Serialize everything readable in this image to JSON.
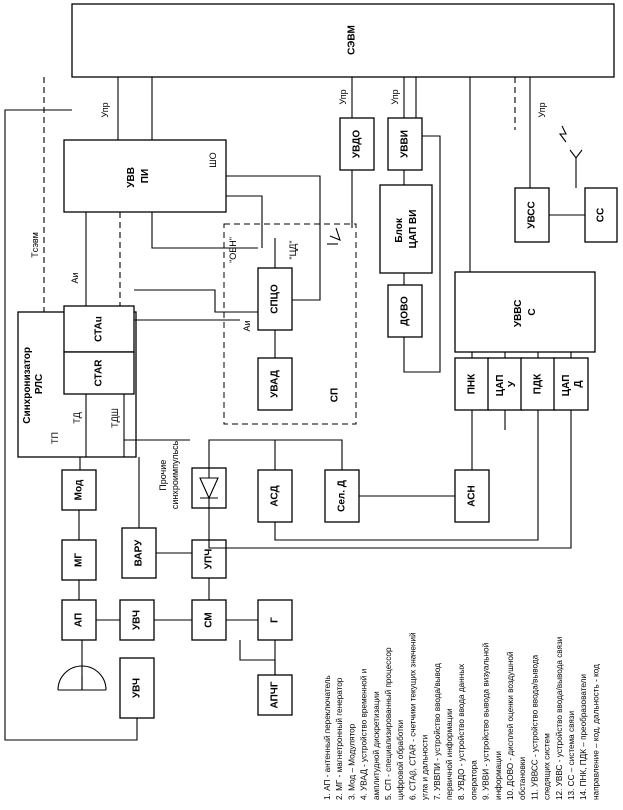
{
  "blocks": {
    "cevm": "СЭВМ",
    "uvvpi": [
      "УВВ",
      "ПИ"
    ],
    "uvdo": "УВДО",
    "uvvi": "УВВИ",
    "blok_cap_vi": [
      "Блок",
      "ЦАП ВИ"
    ],
    "dovo": "ДОВО",
    "uvss": "УВСС",
    "ss": "СС",
    "uvvs": [
      "УВВС",
      "С"
    ],
    "sync": [
      "Синхронизатор",
      "РЛС"
    ],
    "cta_u": "СТАu",
    "cta_r": "СТАR",
    "spco": "СПЦО",
    "uvad": "УВАД",
    "sp": "СП",
    "pnk": "ПНК",
    "cap_u": [
      "ЦАП",
      "У"
    ],
    "pdk": "ПДК",
    "cap_d": [
      "ЦАП",
      "Д"
    ],
    "mod": "Мод",
    "mg": "МГ",
    "ap": "АП",
    "uvch1": "УВЧ",
    "uvch2": "УВЧ",
    "varu": "ВАРУ",
    "upch": "УПЧ",
    "sm": "СМ",
    "g": "Г",
    "apch": "АПЧГ",
    "asd": "АСД",
    "sel_d": "Сел. Д",
    "asn": "АСН"
  },
  "labels": {
    "upr1": "Упр",
    "upr2": "Упр",
    "upr3": "Упр",
    "upr4": "Упр",
    "tsevm": "Tсэвм",
    "sho": "ШО",
    "obn": "\"ОБН\"",
    "cd": "\"ЦД\"",
    "a_u": "Aи",
    "a_r": "Aи",
    "td": "TД",
    "tp": "TП",
    "tdsh": "TДШ",
    "other_sync": [
      "Прочие",
      "синхроимпульсы"
    ]
  },
  "legend": [
    "1. АП - антенный переключатель",
    "2. МГ - магнетронный генератор",
    "3. Мод – Модулятор",
    "4. УВАД - устройство временной и",
    "амплитудной дискретизации",
    "5. СП - специализированный процессор",
    "цифровой обработки",
    "6. СТАβ, СТАR - счетчики текущих значений",
    "угла и дальности",
    "7. УВВПИ - устройство ввода/вывод",
    "первичной информации",
    "8. УВДО - устройство ввода данных",
    "оператора",
    "9. УВВИ - устройство вывода визуальной",
    "информации",
    "10. ДОВО - дисплей оценки воздушной",
    "обстановки",
    "11. УВВСС - устройство ввода/вывода",
    "следящих систем",
    "12. УВВС - устройство ввода/вывода связи",
    "13. СС – система связи",
    "14. ПНК, ПДК – преобразователи",
    "направление – код, дальность - код"
  ]
}
